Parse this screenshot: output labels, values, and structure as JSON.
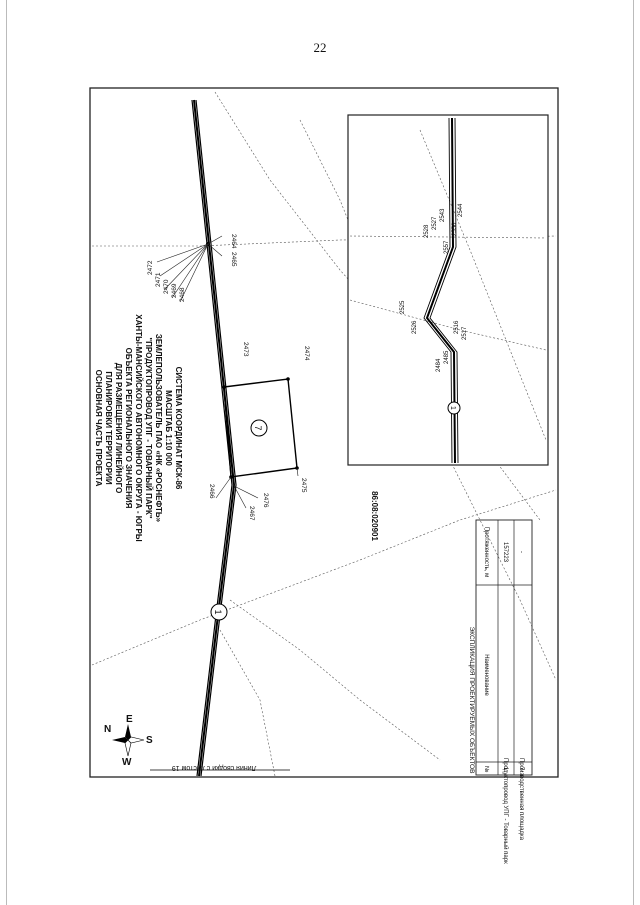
{
  "page": {
    "number": "22"
  },
  "title": {
    "lines": [
      "ОСНОВНАЯ ЧАСТЬ ПРОЕКТА",
      "ПЛАНИРОВКИ ТЕРРИТОРИИ",
      "ДЛЯ РАЗМЕЩЕНИЯ ЛИНЕЙНОГО",
      "ОБЪЕКТА РЕГИОНАЛЬНОГО ЗНАЧЕНИЯ",
      "ХАНТЫ-МАНСИЙСКОГО АВТОНОМНОГО ОКРУГА - ЮГРЫ",
      "\"ПРОДУКТОПРОВОД УПГ - ТОВАРНЫЙ ПАРК\"",
      "ЗЕМЛЕПОЛЬЗОВАТЕЛЬ ПАО «НК «РОСНЕФТЬ»",
      "МАСШТАБ 1:10 000",
      "СИСТЕМА КООРДИНАТ МСК-86"
    ]
  },
  "cadastral_number": "86:08:020901",
  "join_line_label": "Линия сводки с листом 19",
  "compass": {
    "north": "N",
    "south": "S",
    "east": "E",
    "west": "W"
  },
  "objects": {
    "linear_marker": "1",
    "area_marker": "7"
  },
  "main_points": {
    "p2472": "2472",
    "p2471": "2471",
    "p2470": "2470",
    "p2469": "2469",
    "p2468": "2468",
    "p2465": "2465",
    "p2464": "2464",
    "p2473": "2473",
    "p2474": "2474",
    "p2466": "2466",
    "p2467": "2467",
    "p2476": "2476",
    "p2475": "2475"
  },
  "inset_points": {
    "p2528": "2528",
    "p2527": "2527",
    "p2543": "2543",
    "p2544": "2544",
    "p2557": "2557",
    "p2556": "2556",
    "p2525": "2525",
    "p2526": "2526",
    "p2516": "2516",
    "p2517": "2517",
    "p2484": "2484",
    "p2485": "2485"
  },
  "legend": {
    "title": "ЭКСПЛИКАЦИЯ ПРОЕКТИРУЕМЫХ ОБЪЕКТОВ",
    "headers": {
      "num": "№",
      "name": "Наименование",
      "length": "Протяженность, м"
    },
    "rows": [
      {
        "num": "1",
        "name": "Продуктопровод УПГ - Товарный парк",
        "length": "157223"
      },
      {
        "num": "7",
        "name": "Производственная площадка",
        "length": "-"
      }
    ]
  }
}
